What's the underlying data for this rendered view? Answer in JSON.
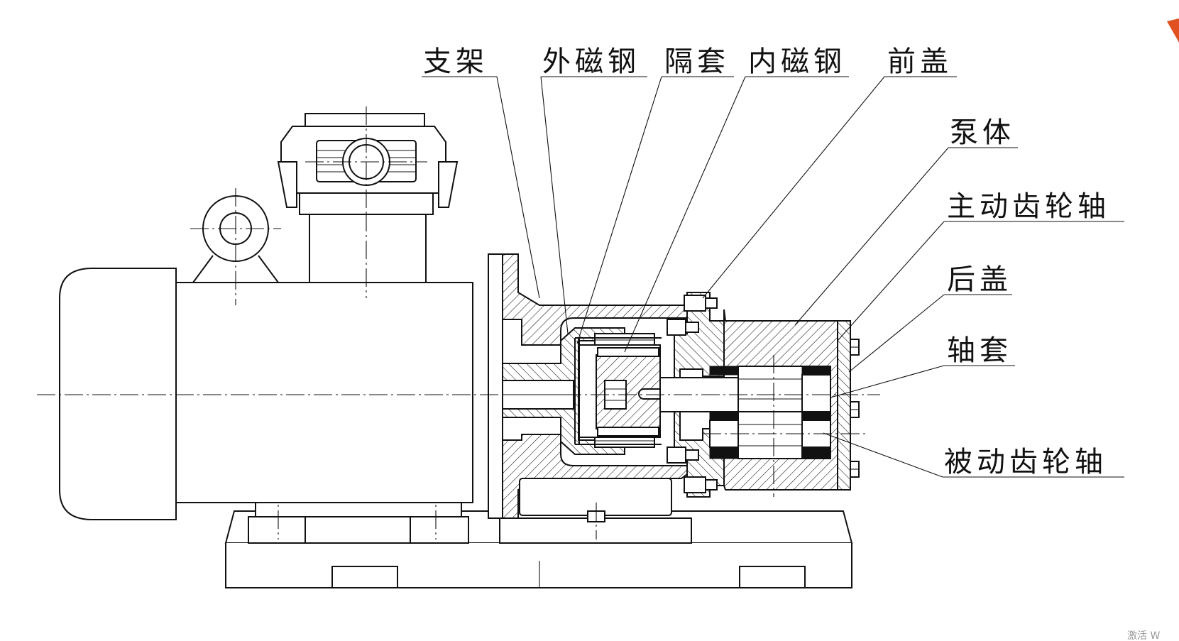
{
  "labels": {
    "bracket": "支架",
    "outer_magnet": "外磁钢",
    "isolation_sleeve": "隔套",
    "inner_magnet": "内磁钢",
    "front_cover": "前盖",
    "pump_body": "泵体",
    "drive_gear_shaft": "主动齿轮轴",
    "rear_cover": "后盖",
    "bushing": "轴套",
    "driven_gear_shaft": "被动齿轮轴"
  },
  "watermark": "激活 W",
  "colors": {
    "line": "#111111",
    "background": "#ffffff",
    "accent": "#e05020"
  }
}
